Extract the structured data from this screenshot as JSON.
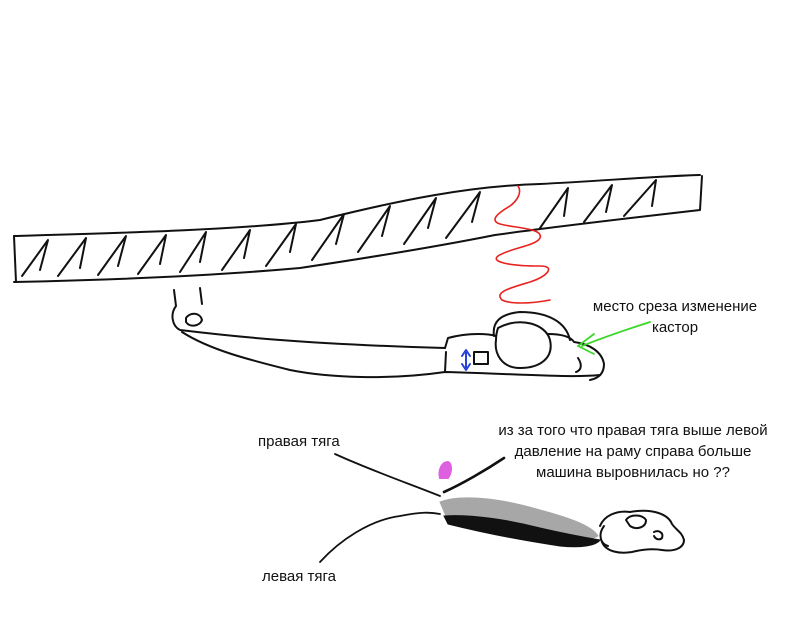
{
  "annotations": {
    "cut_place": [
      "место среза изменение",
      "кастор"
    ],
    "right_rod": "правая тяга",
    "left_rod": "левая тяга",
    "note": [
      "из за того что правая тяга выше левой",
      "давление на раму справа больше",
      "машина выровнилась но ??"
    ]
  },
  "colors": {
    "ink": "#111111",
    "spring": "#e8231f",
    "green_arrow": "#3cd62c",
    "blue_arrow": "#2a43d8",
    "magenta": "#de5fe0",
    "grey_rod": "#a7a7a7",
    "black_rod": "#111111"
  }
}
